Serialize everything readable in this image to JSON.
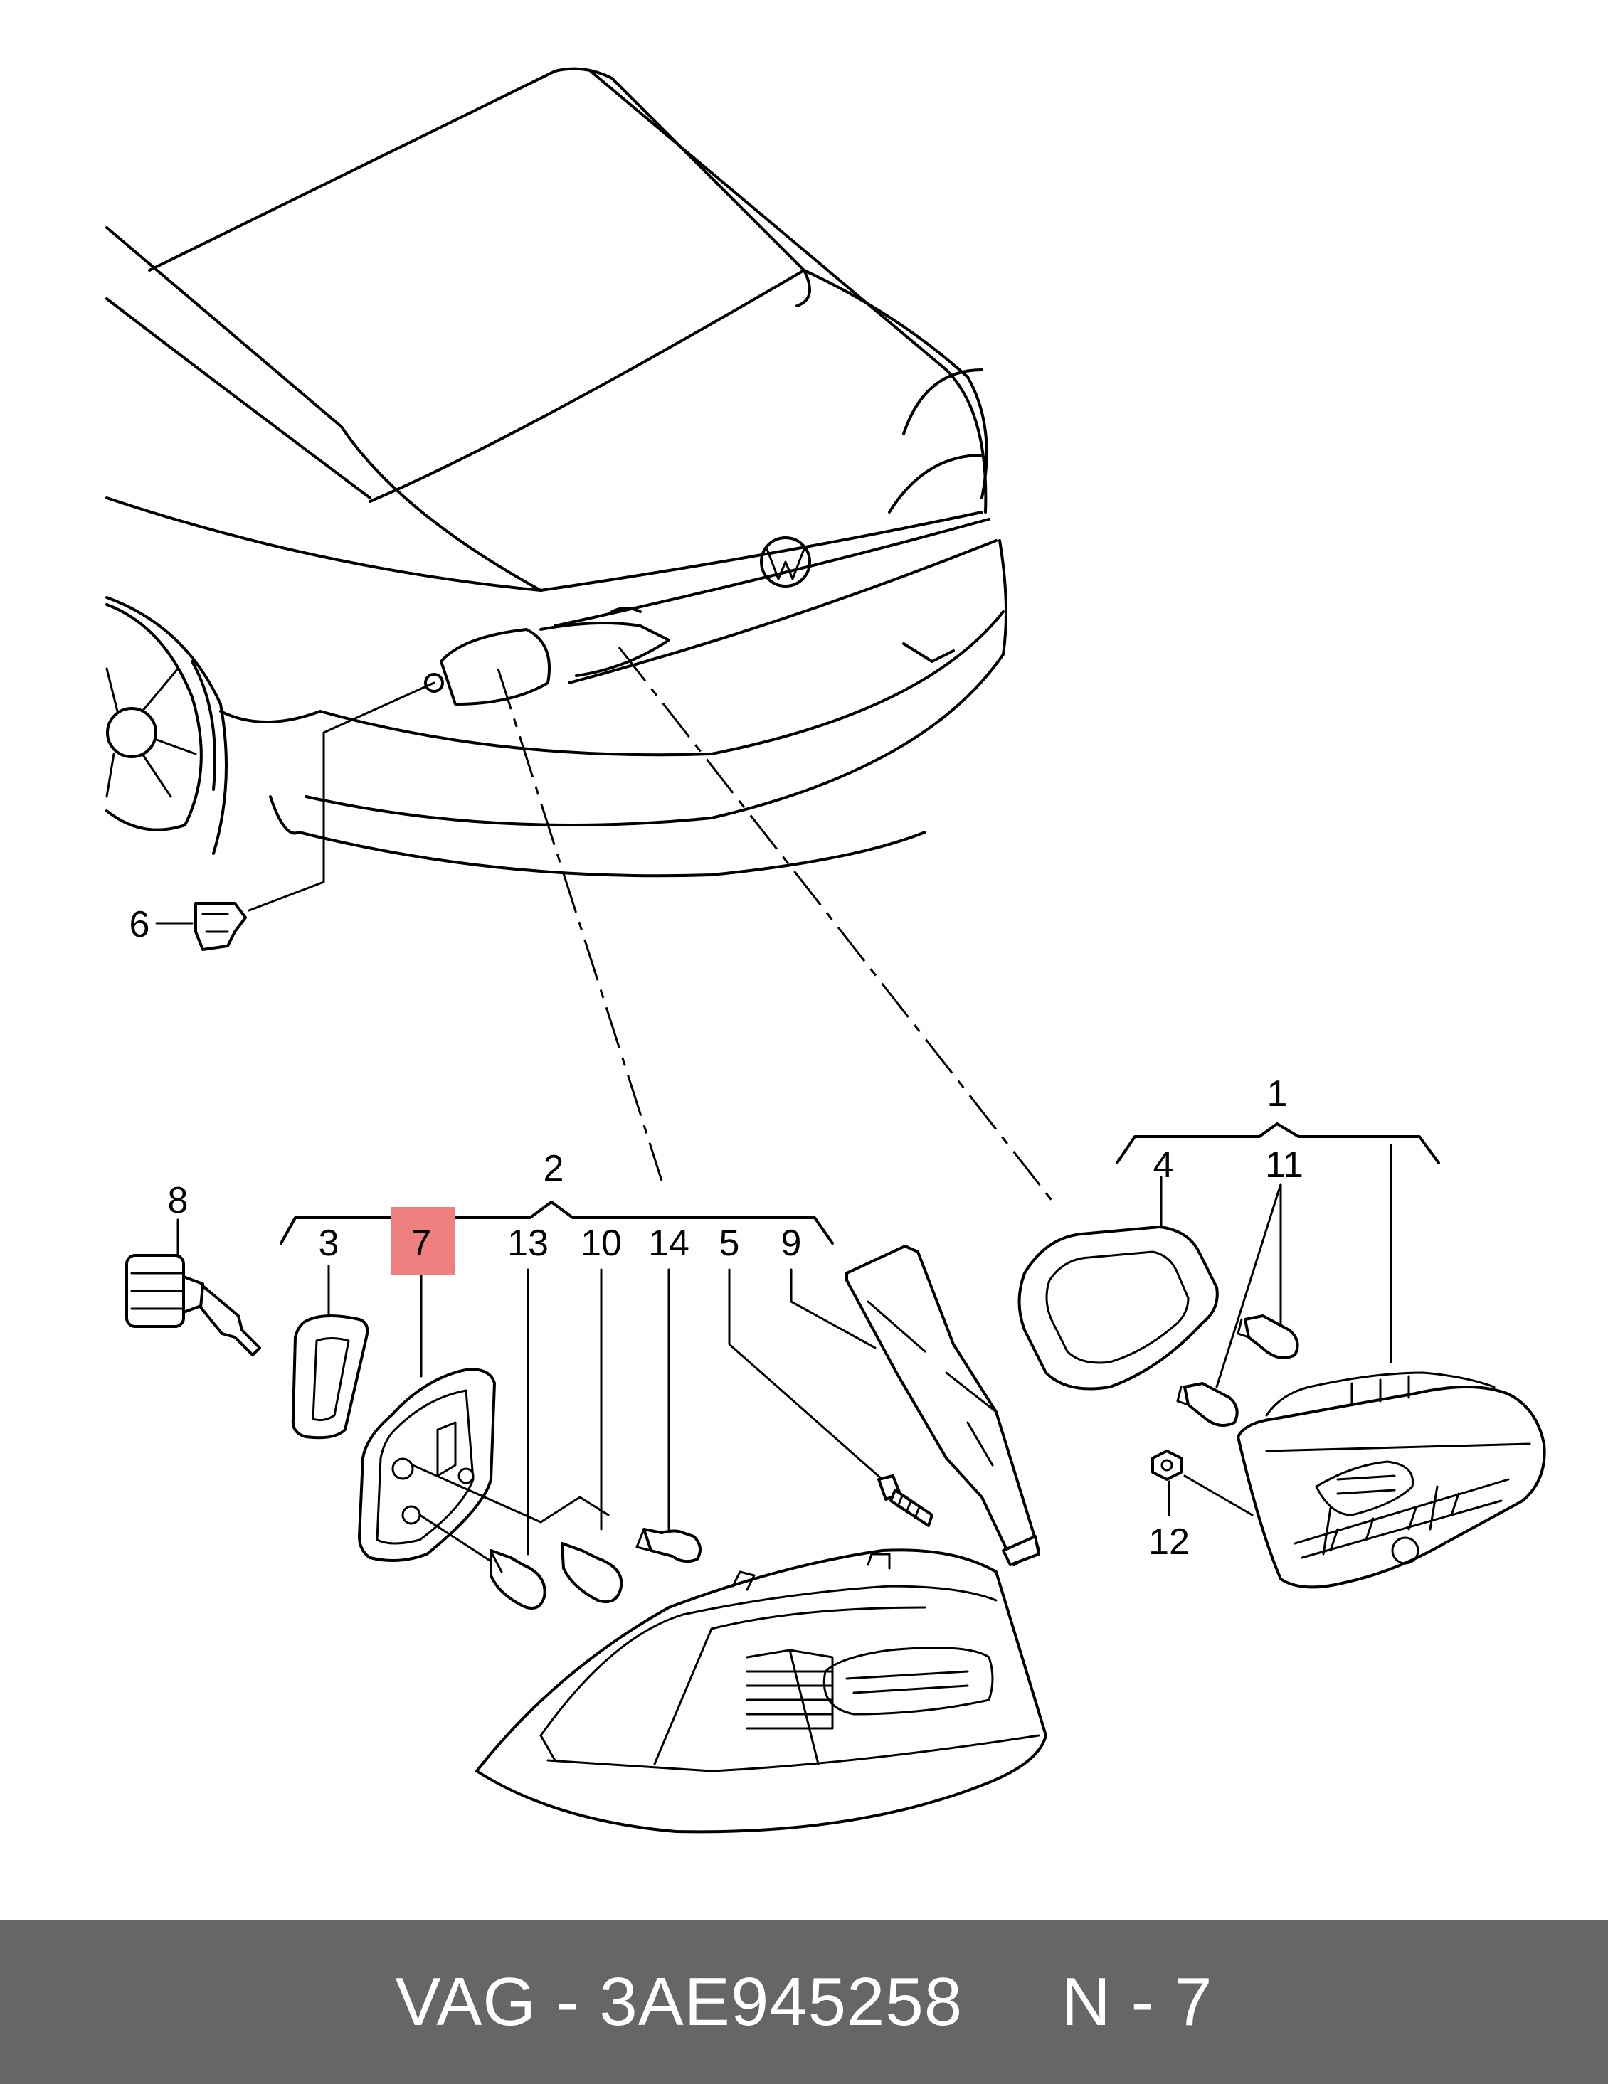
{
  "callouts": {
    "l1": "1",
    "l2": "2",
    "l3": "3",
    "l4": "4",
    "l5": "5",
    "l6": "6",
    "l7": "7",
    "l8": "8",
    "l9": "9",
    "l10": "10",
    "l11": "11",
    "l12": "12",
    "l13": "13",
    "l14": "14"
  },
  "highlight": {
    "label": "7",
    "color": "#f08080"
  },
  "footer": {
    "text": "VAG - 3AE945258     N - 7",
    "background": "#666666",
    "text_color": "#ffffff"
  }
}
